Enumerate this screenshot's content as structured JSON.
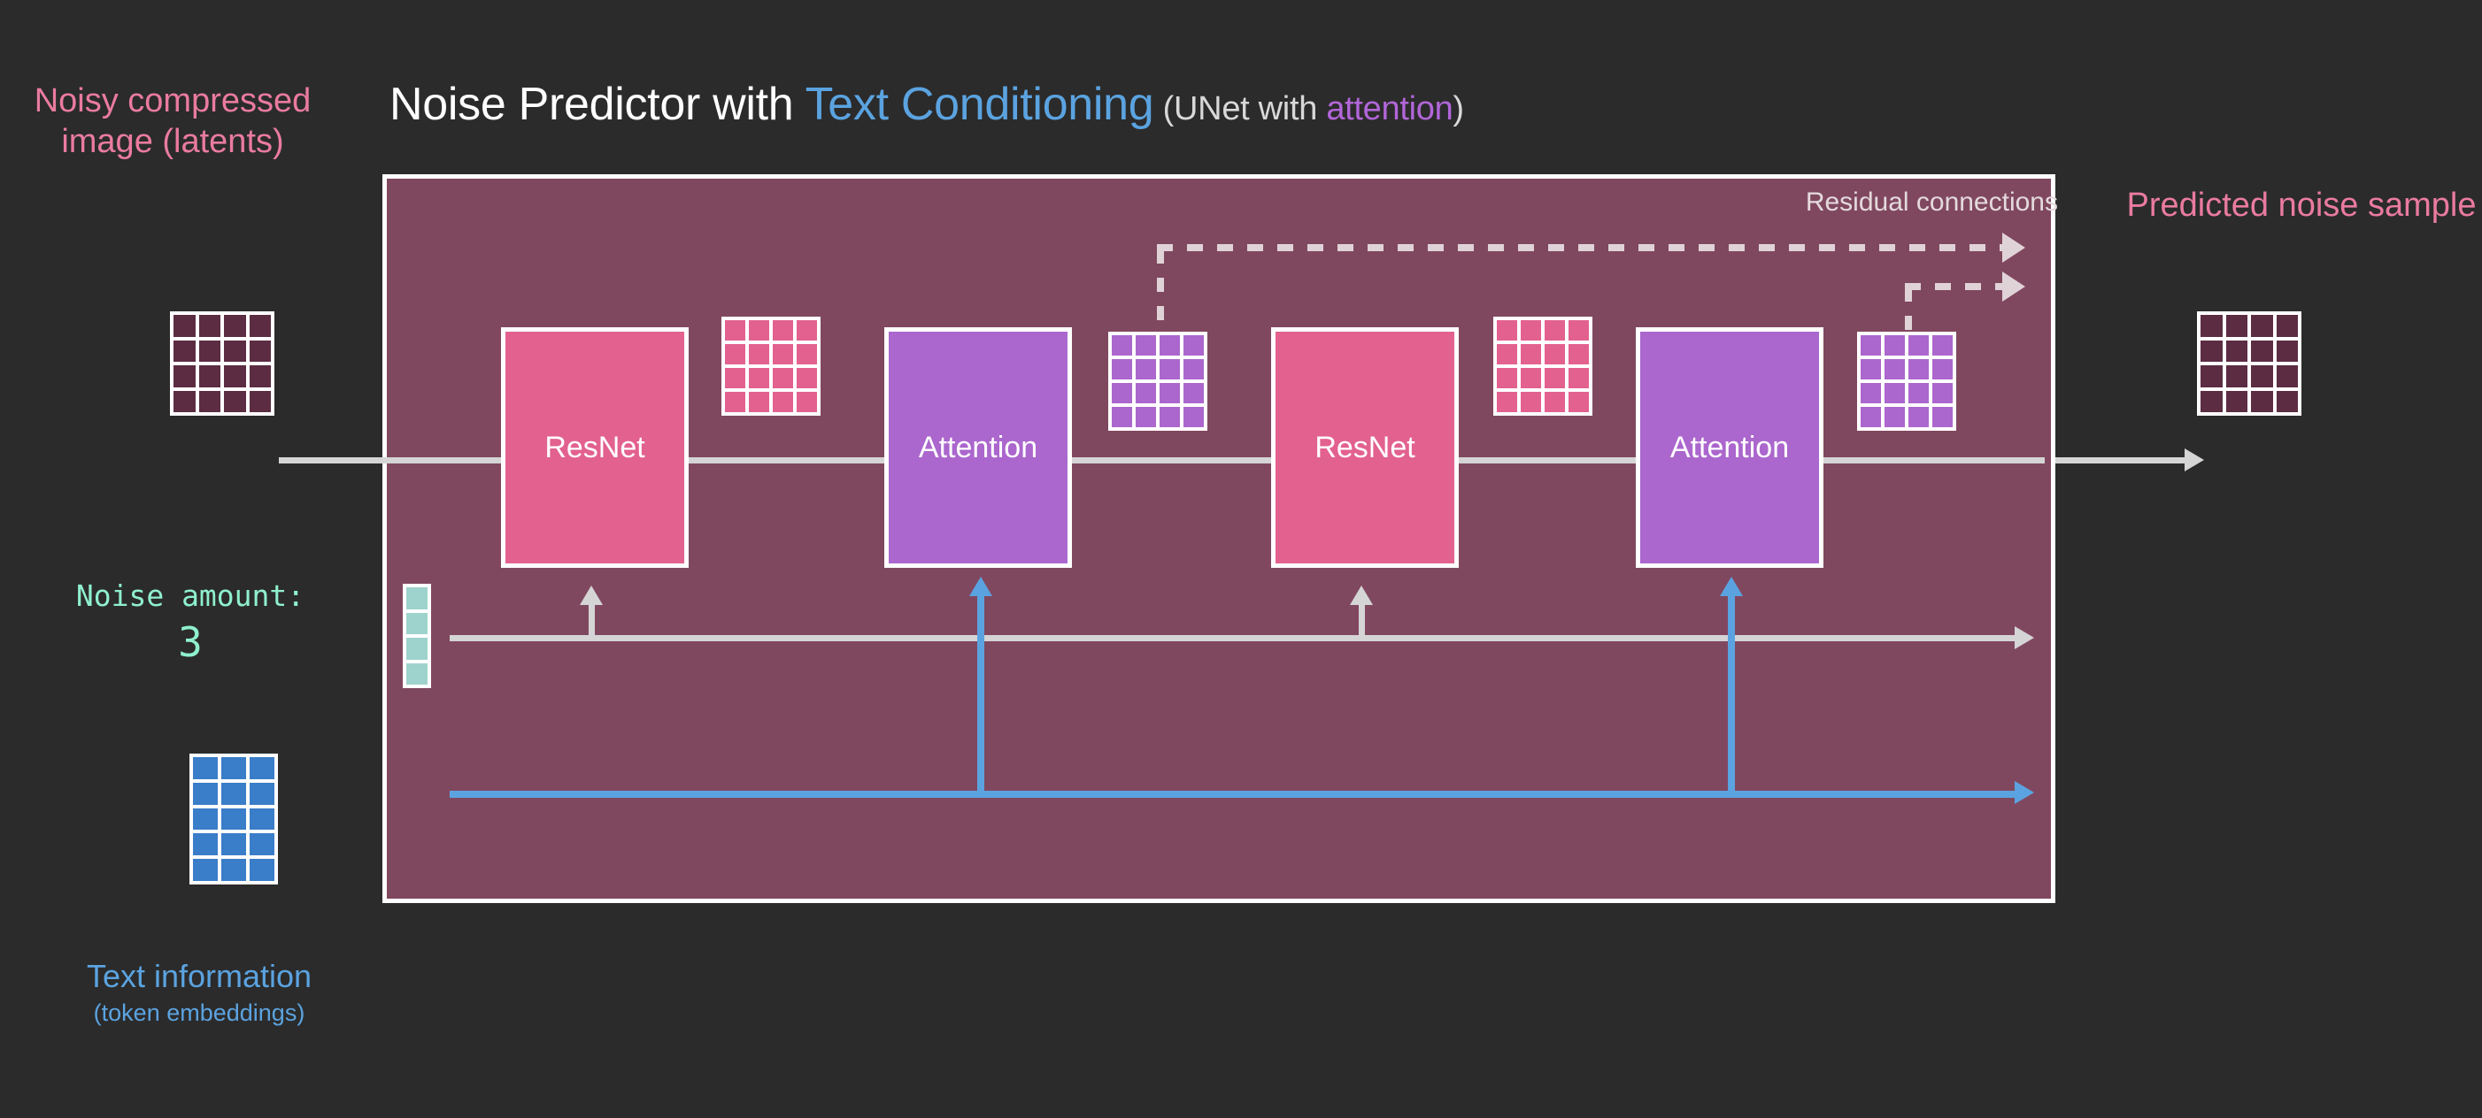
{
  "title": {
    "part1": "Noise Predictor with ",
    "accent": "Text Conditioning",
    "paren_open": " (UNet with ",
    "paren_accent": "attention",
    "paren_close": ")"
  },
  "labels": {
    "noisy_input": "Noisy compressed image (latents)",
    "predicted_output": "Predicted noise sample",
    "noise_amount": "Noise amount:",
    "noise_amount_value": "3",
    "text_information": "Text information",
    "text_information_sub": "(token embeddings)",
    "residual_connections": "Residual connections"
  },
  "blocks": [
    {
      "name": "ResNet",
      "type": "resnet",
      "color": "#e2618f"
    },
    {
      "name": "Attention",
      "type": "attention",
      "color": "#ab67cd"
    },
    {
      "name": "ResNet",
      "type": "resnet",
      "color": "#e2618f"
    },
    {
      "name": "Attention",
      "type": "attention",
      "color": "#ab67cd"
    }
  ],
  "grids": {
    "latent_input": {
      "cols": 4,
      "rows": 4,
      "cell_color": "#5c2c42",
      "line_color": "#ffffff"
    },
    "latent_output": {
      "cols": 4,
      "rows": 4,
      "cell_color": "#5c2c42",
      "line_color": "#ffffff"
    },
    "timestep_embed": {
      "cols": 1,
      "rows": 4,
      "cell_color": "#9ed3cd",
      "line_color": "#ffffff"
    },
    "token_embed": {
      "cols": 3,
      "rows": 5,
      "cell_color": "#3a7dc9",
      "line_color": "#ffffff"
    },
    "feature_pink": {
      "cols": 4,
      "rows": 4,
      "cell_color": "#e2618f",
      "line_color": "#ffffff"
    },
    "feature_purple": {
      "cols": 4,
      "rows": 4,
      "cell_color": "#ab67cd",
      "line_color": "#ffffff"
    }
  },
  "colors": {
    "background": "#2b2b2b",
    "panel": "#80485f",
    "pink_text": "#ea7b9f",
    "blue": "#5ba3e0",
    "mint": "#8ff0cd",
    "purple": "#b266d9",
    "line_gray": "#d5d5d5",
    "dash": "#e0d3d8"
  }
}
